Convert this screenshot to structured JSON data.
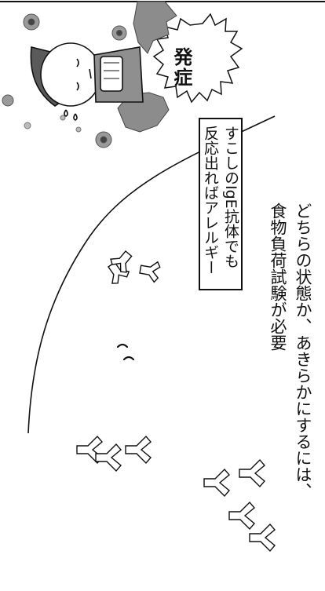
{
  "bubble_label": "発症",
  "callout": {
    "line1": "すこしのIgE抗体でも",
    "line2": "反応出ればアレルギー"
  },
  "note": {
    "line1": "どちらの状態か、あきらかにするには、",
    "line2": "食物負荷試験が必要"
  },
  "colors": {
    "ink": "#111111",
    "hair": "#5a5a5a",
    "bush": "#8c8c8c",
    "pollen": "#9a9a9a"
  },
  "icons": [
    "sick-child-illustration",
    "pollen-icon",
    "antibody-icon",
    "allergen-icon"
  ]
}
